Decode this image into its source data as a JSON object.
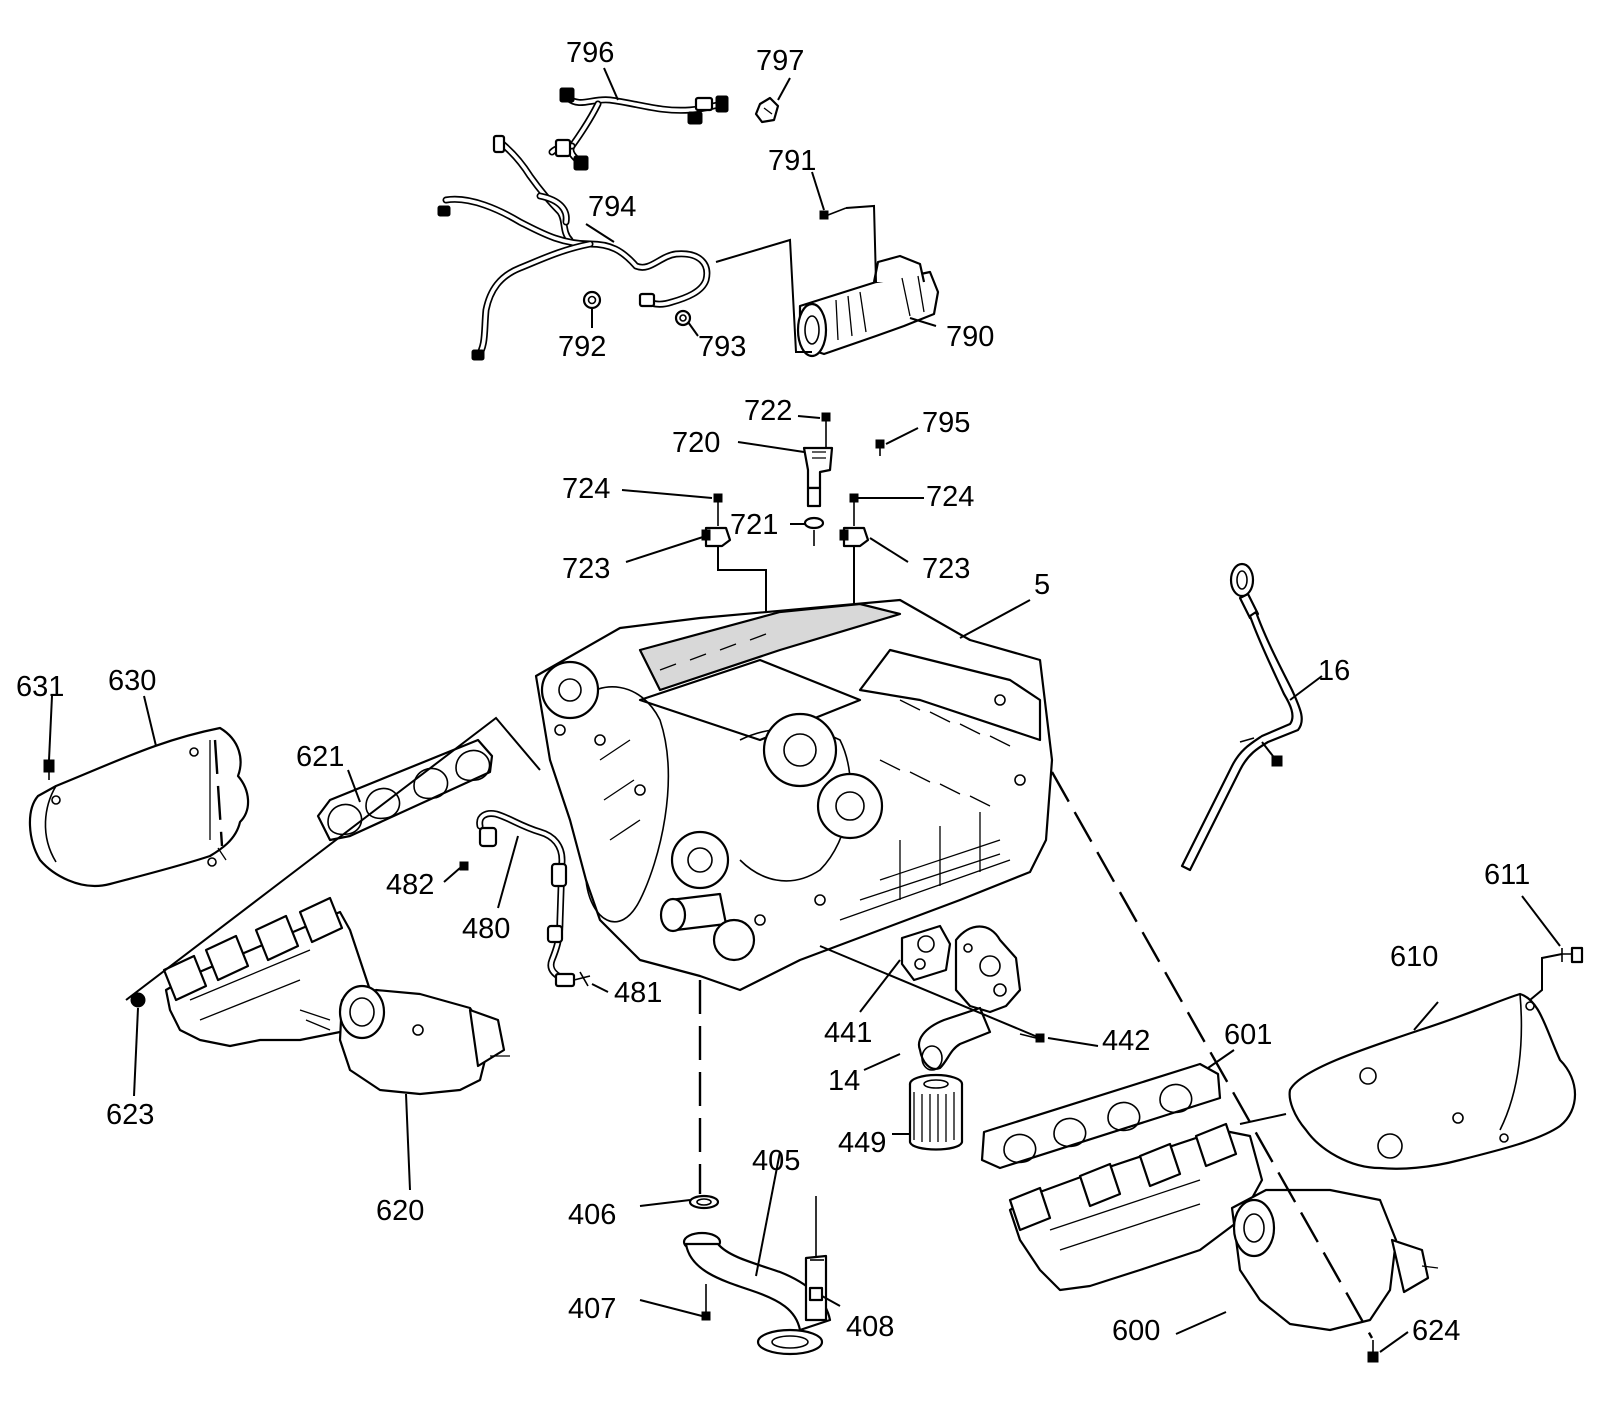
{
  "labels": {
    "l796": "796",
    "l797": "797",
    "l791": "791",
    "l794": "794",
    "l792": "792",
    "l793": "793",
    "l790": "790",
    "l722": "722",
    "l720": "720",
    "l795": "795",
    "l724a": "724",
    "l724b": "724",
    "l721": "721",
    "l723a": "723",
    "l723b": "723",
    "l5": "5",
    "l16": "16",
    "l631": "631",
    "l630": "630",
    "l621": "621",
    "l482": "482",
    "l480": "480",
    "l481": "481",
    "l623": "623",
    "l620": "620",
    "l441": "441",
    "l442": "442",
    "l14": "14",
    "l449": "449",
    "l405": "405",
    "l406": "406",
    "l407": "407",
    "l408": "408",
    "l611": "611",
    "l610": "610",
    "l601": "601",
    "l600": "600",
    "l624": "624"
  }
}
